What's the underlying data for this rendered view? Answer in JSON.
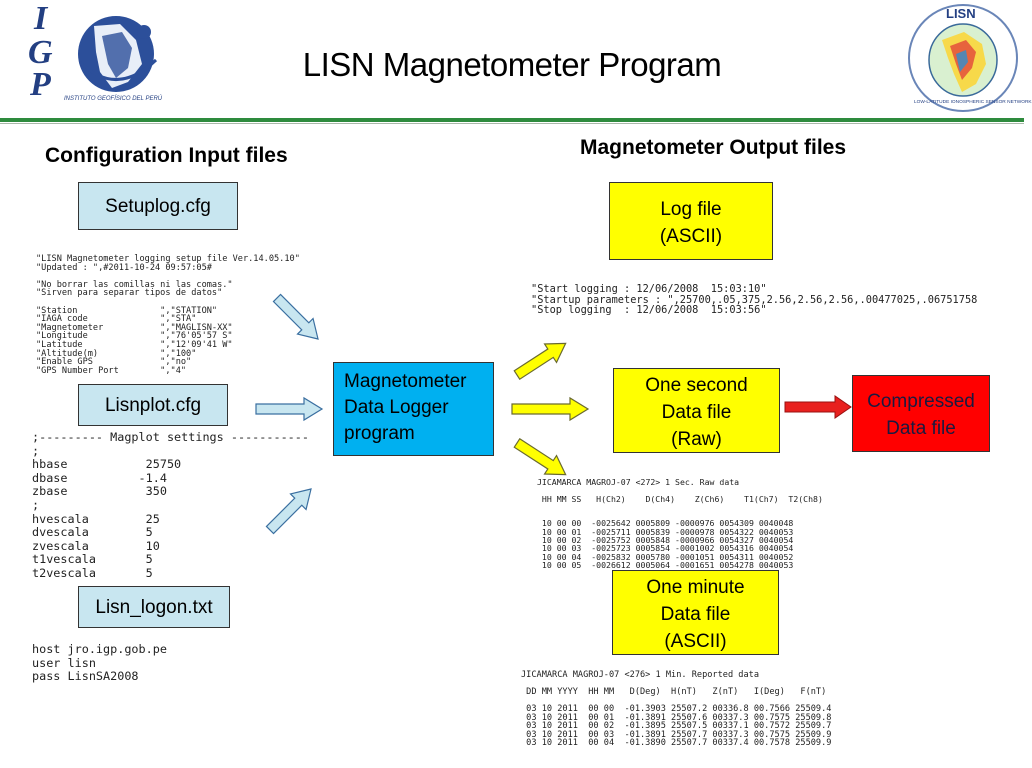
{
  "header": {
    "title": "LISN Magnetometer Program",
    "igp_logo": {
      "letters": [
        "I",
        "G",
        "P"
      ],
      "caption": "INSTITUTO GEOFÍSICO DEL PERÚ"
    },
    "lisn_logo": {
      "text_top": "LISN",
      "text_ring": "LOW-LATITUDE IONOSPHERIC SENSOR NETWORK"
    },
    "colors": {
      "rule": "#2e8b3d",
      "igp_blue": "#233f82"
    }
  },
  "sections": {
    "input_heading": "Configuration Input files",
    "output_heading": "Magnetometer Output files"
  },
  "boxes": {
    "setuplog": "Setuplog.cfg",
    "lisnplot": "Lisnplot.cfg",
    "lisn_logon": "Lisn_logon.txt",
    "logger": [
      "Magnetometer",
      "Data Logger",
      "program"
    ],
    "log_file": [
      "Log file",
      "(ASCII)"
    ],
    "one_second": [
      "One second",
      "Data file",
      "(Raw)"
    ],
    "compressed": [
      "Compressed",
      "Data file"
    ],
    "one_minute": [
      "One minute",
      "Data file",
      "(ASCII)"
    ]
  },
  "box_colors": {
    "config": "#c8e6f0",
    "logger": "#00b0f0",
    "output": "#ffff00",
    "compressed": "#ff0000"
  },
  "arrow_colors": {
    "input": "#c8e6f0",
    "output": "#ffff00",
    "compress": "#e8201e"
  },
  "snippets": {
    "setuplog": "\"LISN Magnetometer logging setup file Ver.14.05.10\"\n\"Updated : \",#2011-10-24 09:57:05#\n\n\"No borrar las comillas ni las comas.\"\n\"Sirven para separar tipos de datos\"\n\n\"Station                \",\"STATION\"\n\"IAGA code              \",\"STA\"\n\"Magnetometer           \",\"MAGLISN-XX\"\n\"Longitude              \",\"76'05'57 S\"\n\"Latitude               \",\"12'09'41 W\"\n\"Altitude(m)            \",\"100\"\n\"Enable GPS             \",\"no\"\n\"GPS Number Port        \",\"4\"",
    "lisnplot": ";--------- Magplot settings -----------\n;\nhbase           25750\ndbase          -1.4\nzbase           350\n;\nhvescala        25\ndvescala        5\nzvescala        10\nt1vescala       5\nt2vescala       5",
    "lisn_logon": "host jro.igp.gob.pe\nuser lisn\npass LisnSA2008",
    "log_file": "\"Start logging : 12/06/2008  15:03:10\"\n\"Startup parameters : \",25700,.05,375,2.56,2.56,2.56,.00477025,.06751758\n\"Stop logging  : 12/06/2008  15:03:56\"",
    "one_second": "JICAMARCA MAGROJ-07 <272> 1 Sec. Raw data\n\n HH MM SS   H(Ch2)    D(Ch4)    Z(Ch6)    T1(Ch7)  T2(Ch8)\n\n\n 10 00 00  -0025642 0005809 -0000976 0054309 0040048\n 10 00 01  -0025711 0005839 -0000978 0054322 0040053\n 10 00 02  -0025752 0005848 -0000966 0054327 0040054\n 10 00 03  -0025723 0005854 -0001002 0054316 0040054\n 10 00 04  -0025832 0005780 -0001051 0054311 0040052\n 10 00 05  -0026612 0005064 -0001651 0054278 0040053",
    "one_minute": "JICAMARCA MAGROJ-07 <276> 1 Min. Reported data\n\n DD MM YYYY  HH MM   D(Deg)  H(nT)   Z(nT)   I(Deg)   F(nT)\n\n 03 10 2011  00 00  -01.3903 25507.2 00336.8 00.7566 25509.4\n 03 10 2011  00 01  -01.3891 25507.6 00337.3 00.7575 25509.8\n 03 10 2011  00 02  -01.3895 25507.5 00337.1 00.7572 25509.7\n 03 10 2011  00 03  -01.3891 25507.7 00337.3 00.7575 25509.9\n 03 10 2011  00 04  -01.3890 25507.7 00337.4 00.7578 25509.9"
  }
}
